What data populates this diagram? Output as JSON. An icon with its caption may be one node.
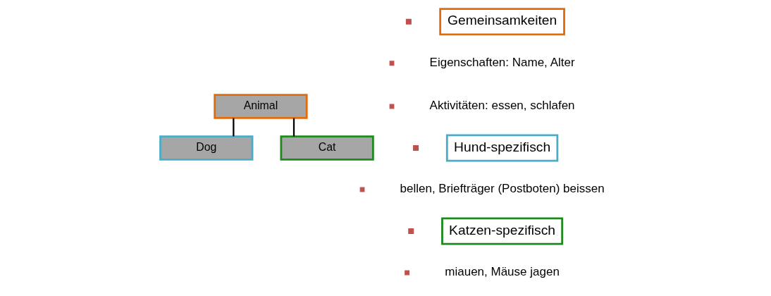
{
  "diagram": {
    "nodes": [
      {
        "text": [
          "Animal"
        ]
      },
      {
        "text": [
          "Dog"
        ]
      },
      {
        "text": [
          "Cat"
        ]
      },
      {
        "text": [
          "Gemeinsamkeiten"
        ],
        "beside": [
          "Eigenschaften: Name, Alter",
          "Aktivitäten: essen, schlafen"
        ]
      },
      {
        "text": [
          "Hund-spezifisch"
        ],
        "beside": [
          "bellen, Briefträger (Postboten) beissen"
        ]
      },
      {
        "text": [
          "Katzen-spezifisch"
        ],
        "beside": [
          "miauen, Mäuse jagen"
        ]
      }
    ],
    "edges": [
      {
        "from": 0,
        "to": 1,
        "arrow": "none"
      },
      {
        "from": 0,
        "to": 2,
        "arrow": "none"
      }
    ]
  }
}
